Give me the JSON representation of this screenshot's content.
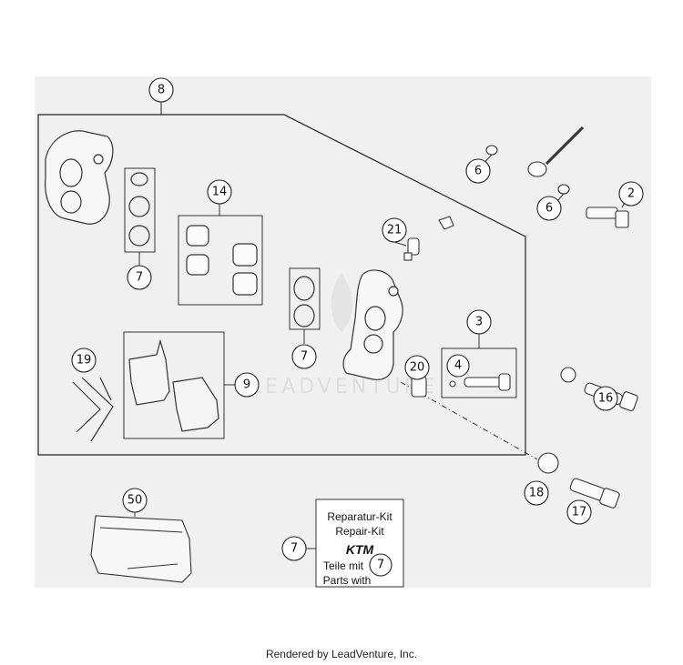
{
  "callouts": {
    "c8": "8",
    "c7a": "7",
    "c14": "14",
    "c7b": "7",
    "c9": "9",
    "c19": "19",
    "c21": "21",
    "c20": "20",
    "c3": "3",
    "c4": "4",
    "c6a": "6",
    "c6b": "6",
    "c2": "2",
    "c16": "16",
    "c18": "18",
    "c17": "17",
    "c50": "50",
    "c7c": "7",
    "c7d": "7"
  },
  "watermark": "LEADVENTURE",
  "repair_kit": {
    "line1": "Reparatur-Kit",
    "line2": "Repair-Kit",
    "brand": "KTM",
    "line3": "Teile mit",
    "line4": "Parts with"
  },
  "footer": "Rendered by LeadVenture, Inc."
}
